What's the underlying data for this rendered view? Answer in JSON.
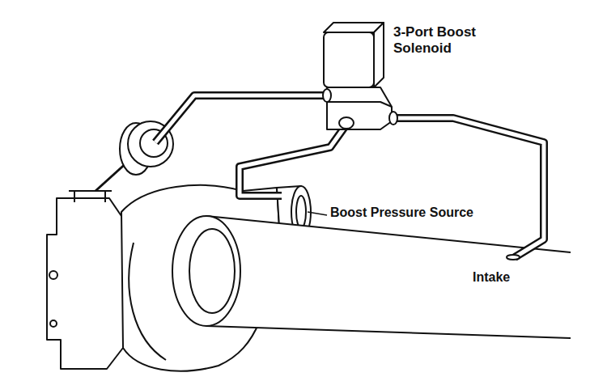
{
  "diagram": {
    "labels": [
      "3-Port Boost Solenoid",
      "Boost Pressure Source",
      "Intake"
    ]
  }
}
